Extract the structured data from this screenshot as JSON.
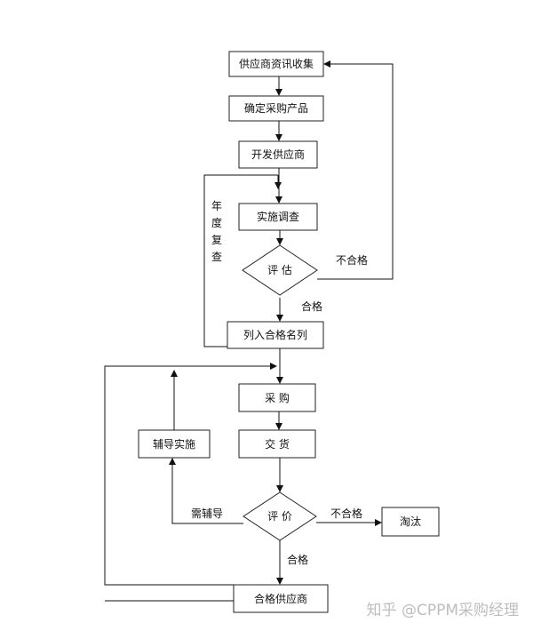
{
  "nodes": {
    "collect": "供应商资讯收集",
    "confirm": "确定采购产品",
    "develop": "开发供应商",
    "survey": "实施调查",
    "evaluate": "评  估",
    "list": "列入合格名列",
    "purchase": "采    购",
    "delivery": "交    货",
    "rate": "评  价",
    "eliminate": "淘汰",
    "coaching": "辅导实施",
    "qualified": "合格供应商"
  },
  "edge_labels": {
    "fail_top": "不合格",
    "pass_top": "合格",
    "need_coaching": "需辅导",
    "fail_bottom": "不合格",
    "pass_bottom": "合格",
    "annual_review": [
      "年",
      "度",
      "复",
      "查"
    ]
  },
  "watermark": "知乎 @CPPM采购经理"
}
